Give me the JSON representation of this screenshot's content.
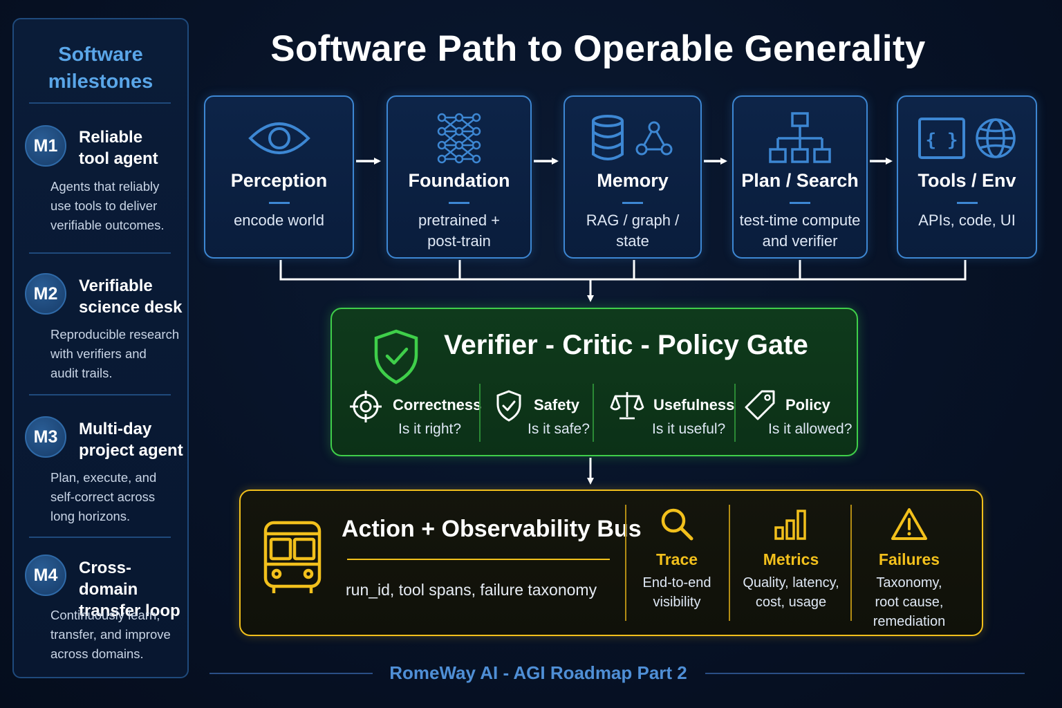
{
  "sidebar": {
    "title": "Software\nmilestones",
    "milestones": [
      {
        "badge": "M1",
        "title": "Reliable\ntool agent",
        "desc": "Agents that reliably\nuse tools to deliver\nverifiable outcomes."
      },
      {
        "badge": "M2",
        "title": "Verifiable\nscience desk",
        "desc": "Reproducible research\nwith verifiers and\naudit trails."
      },
      {
        "badge": "M3",
        "title": "Multi-day\nproject agent",
        "desc": "Plan, execute, and\nself-correct across\nlong horizons."
      },
      {
        "badge": "M4",
        "title": "Cross-domain\ntransfer loop",
        "desc": "Continuously learn,\ntransfer, and improve\nacross domains."
      }
    ]
  },
  "title": "Software Path to Operable Generality",
  "stages": [
    {
      "title": "Perception",
      "sub": "encode world",
      "icons": [
        "eye-icon"
      ]
    },
    {
      "title": "Foundation",
      "sub": "pretrained +\npost-train",
      "icons": [
        "neural-network-icon"
      ]
    },
    {
      "title": "Memory",
      "sub": "RAG / graph /\nstate",
      "icons": [
        "database-icon",
        "graph-nodes-icon"
      ]
    },
    {
      "title": "Plan / Search",
      "sub": "test-time compute\nand verifier",
      "icons": [
        "hierarchy-tree-icon"
      ]
    },
    {
      "title": "Tools / Env",
      "sub": "APIs, code, UI",
      "icons": [
        "code-braces-icon",
        "globe-icon"
      ]
    }
  ],
  "gate": {
    "title": "Verifier - Critic - Policy Gate",
    "icon": "shield-check-icon",
    "items": [
      {
        "label": "Correctness",
        "question": "Is it right?",
        "icon": "target-icon"
      },
      {
        "label": "Safety",
        "question": "Is it safe?",
        "icon": "shield-icon"
      },
      {
        "label": "Usefulness",
        "question": "Is it useful?",
        "icon": "scale-icon"
      },
      {
        "label": "Policy",
        "question": "Is it allowed?",
        "icon": "tag-icon"
      }
    ]
  },
  "bus": {
    "title": "Action + Observability Bus",
    "subtitle": "run_id, tool spans, failure taxonomy",
    "icon": "bus-icon",
    "columns": [
      {
        "label": "Trace",
        "desc": "End-to-end\nvisibility",
        "icon": "search-icon"
      },
      {
        "label": "Metrics",
        "desc": "Quality, latency,\ncost, usage",
        "icon": "bar-chart-icon"
      },
      {
        "label": "Failures",
        "desc": "Taxonomy,\nroot cause,\nremediation",
        "icon": "warning-icon"
      }
    ]
  },
  "footer": "RomeWay AI - AGI Roadmap Part 2",
  "colors": {
    "background": "#071226",
    "blue_accent": "#3d87d3",
    "sidebar_title": "#5aa6e8",
    "green_accent": "#3fcf4a",
    "yellow_accent": "#f2c01c",
    "footer_text": "#4f8fd6"
  }
}
